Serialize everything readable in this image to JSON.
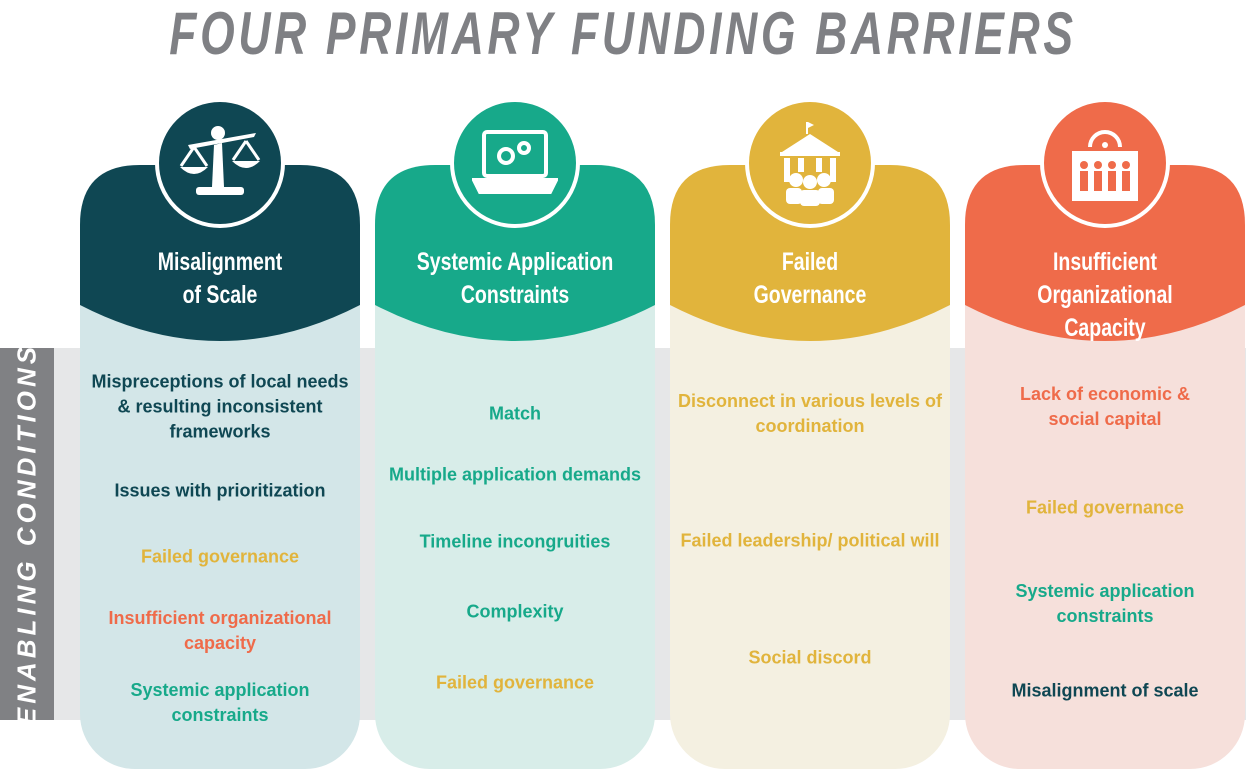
{
  "title": "FOUR PRIMARY FUNDING BARRIERS",
  "band_label": "ENABLING CONDITIONS",
  "colors": {
    "dark_teal": "#0f4753",
    "teal": "#17a98a",
    "yellow": "#e1b43c",
    "orange": "#ef6b4a"
  },
  "columns": [
    {
      "icon": "scale-icon",
      "heading": [
        "Misalignment",
        "of Scale"
      ],
      "items": [
        "Mispreceptions of local needs & resulting inconsistent frameworks",
        "Issues with prioritization",
        "Failed governance",
        "Insufficient organizational capacity",
        "Systemic application constraints"
      ]
    },
    {
      "icon": "laptop-gears-icon",
      "heading": [
        "Systemic Application",
        "Constraints"
      ],
      "items": [
        "Match",
        "Multiple application demands",
        "Timeline incongruities",
        "Complexity",
        "Failed governance"
      ]
    },
    {
      "icon": "government-building-people-icon",
      "heading": [
        "Failed",
        "Governance"
      ],
      "items": [
        "Disconnect in various levels of coordination",
        "Failed leadership/ political will",
        "Social discord"
      ]
    },
    {
      "icon": "gauge-people-icon",
      "heading": [
        "Insufficient Organizational",
        "Capacity"
      ],
      "items": [
        "Lack of economic & social capital",
        "Failed governance",
        "Systemic application constraints",
        "Misalignment of scale"
      ]
    }
  ]
}
